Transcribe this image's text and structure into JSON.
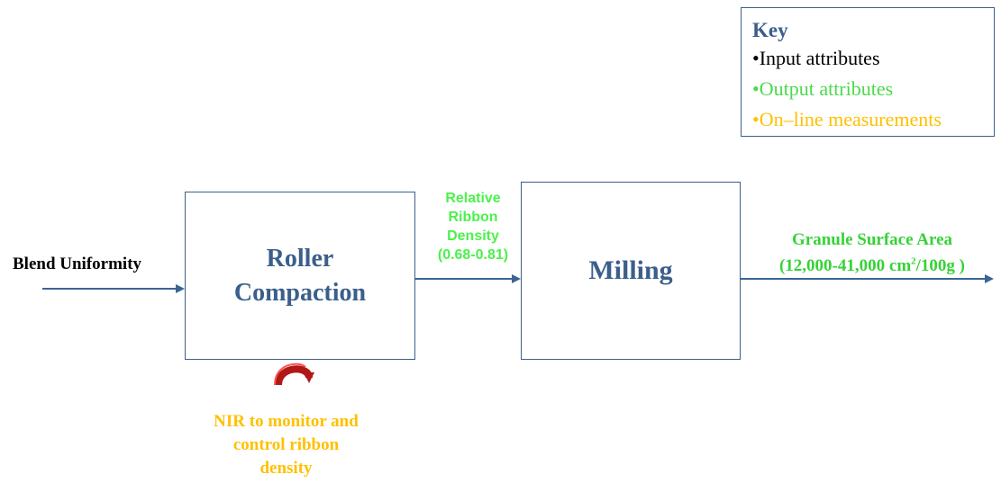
{
  "key": {
    "title": "Key",
    "items": [
      {
        "text": "•Input attributes",
        "color": "#000000"
      },
      {
        "text": "•Output attributes",
        "color": "#4cd94c"
      },
      {
        "text": "•On–line measurements",
        "color": "#ffc000"
      }
    ]
  },
  "input": {
    "label": "Blend Uniformity"
  },
  "steps": [
    {
      "line1": "Roller",
      "line2": "Compaction"
    },
    {
      "label": "Milling"
    }
  ],
  "intermediate": {
    "line1": "Relative",
    "line2": "Ribbon",
    "line3": "Density",
    "line4": "(0.68-0.81)"
  },
  "output": {
    "line1": "Granule Surface Area",
    "line2_prefix": "(12,000-41,000 cm",
    "line2_sup": "2",
    "line2_suffix": "/100g )"
  },
  "online_measurement": {
    "line1": "NIR to monitor and",
    "line2": "control ribbon",
    "line3": "density"
  },
  "colors": {
    "box_border": "#3b5f8a",
    "box_text": "#3b5f8a",
    "arrow": "#3b6494",
    "output_green": "#36d236",
    "online_yellow": "#ffc000",
    "feedback_red": "#b01818"
  }
}
